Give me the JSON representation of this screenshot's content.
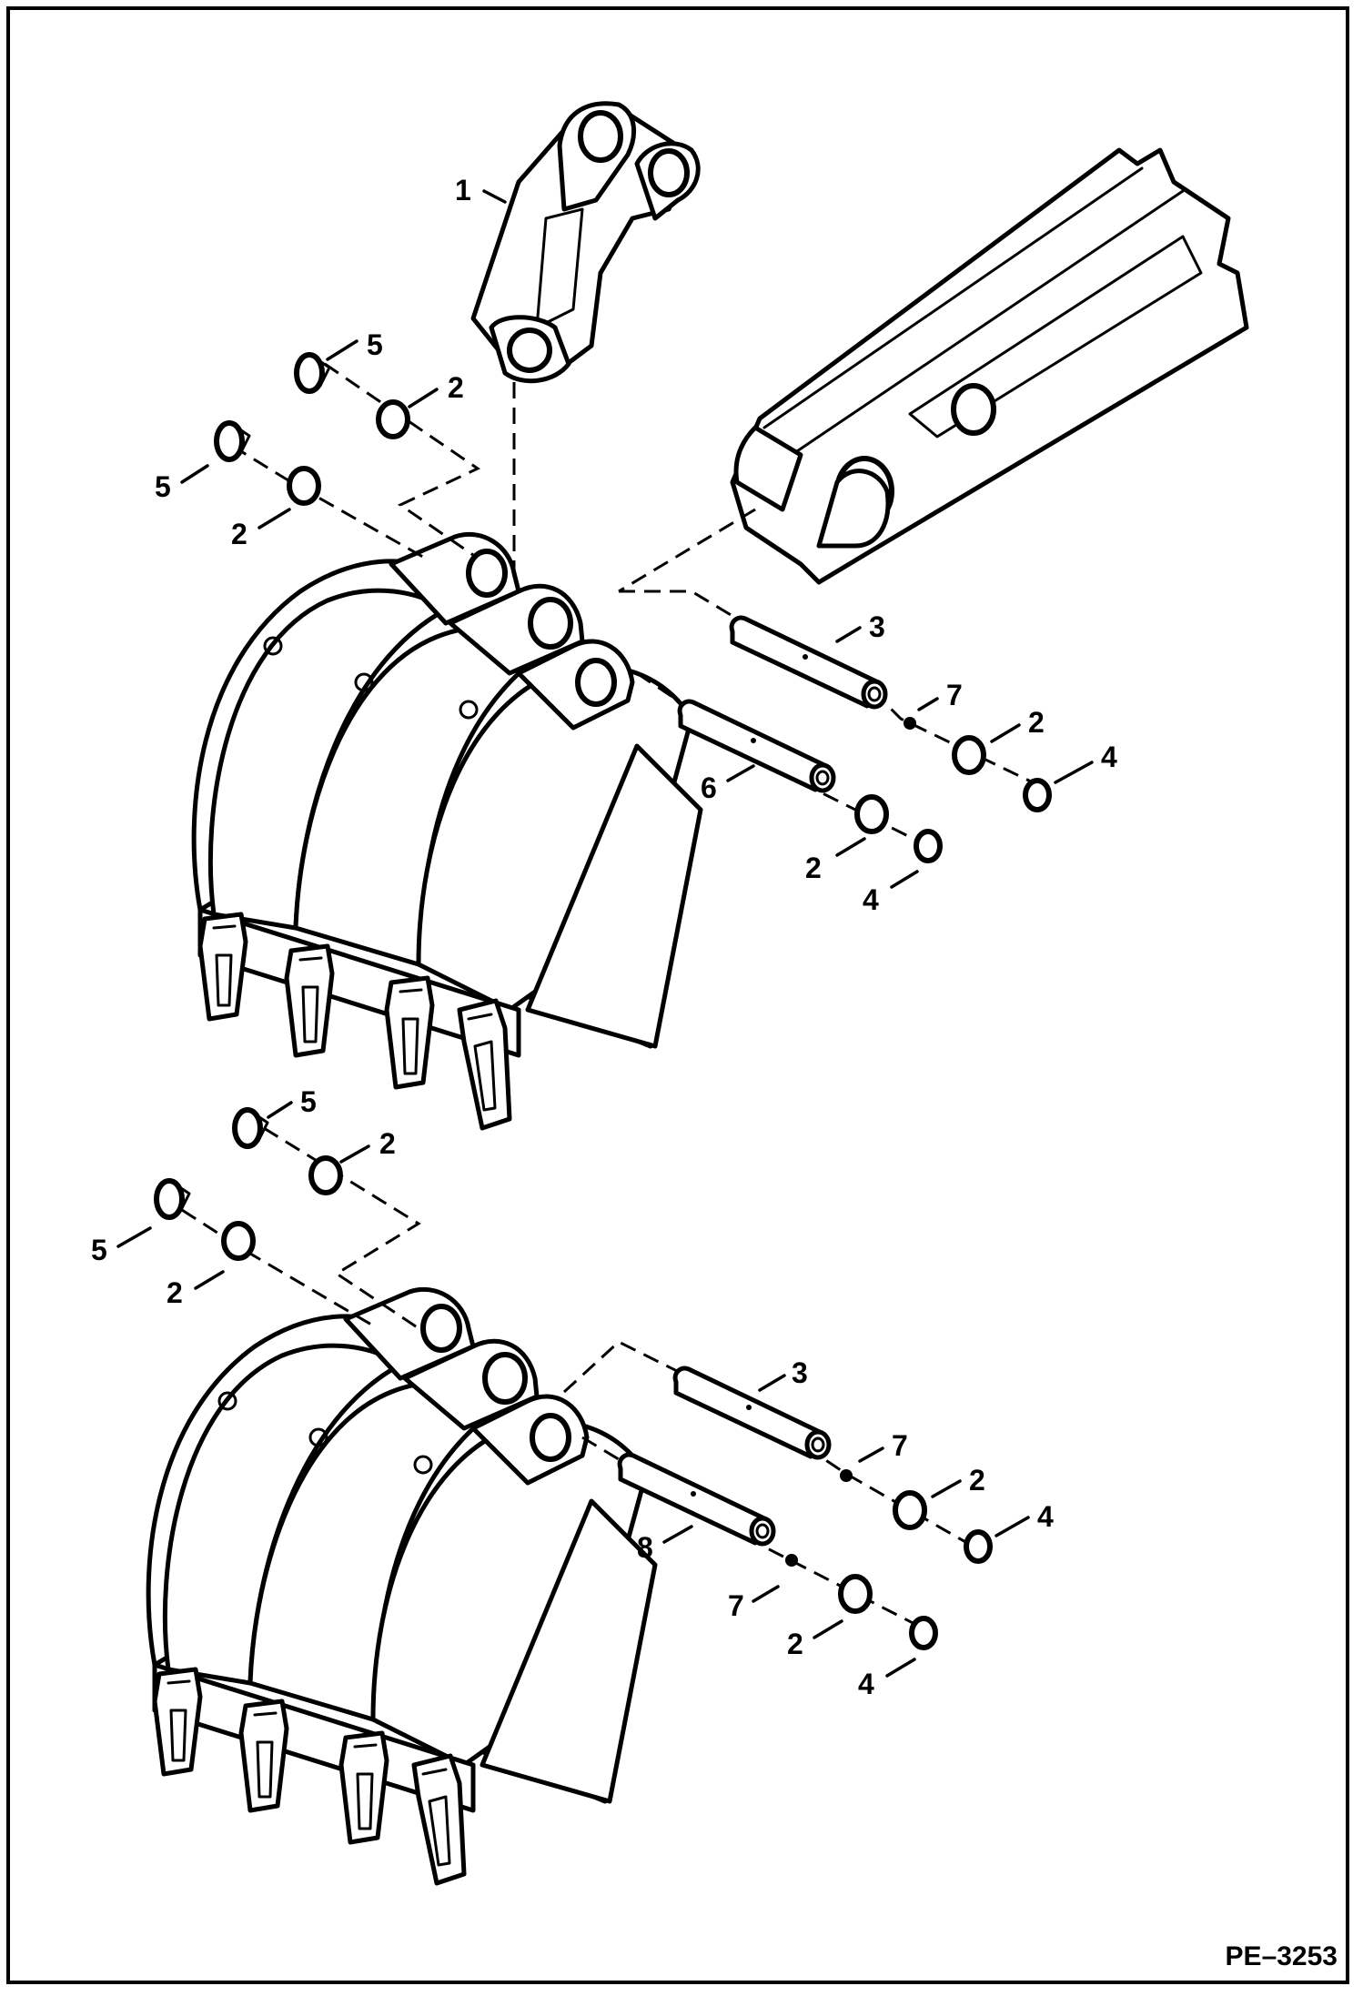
{
  "drawing_code": "PE–3253",
  "callouts": [
    {
      "id": "c1",
      "label": "1"
    },
    {
      "id": "c5a",
      "label": "5"
    },
    {
      "id": "c2a",
      "label": "2"
    },
    {
      "id": "c5b",
      "label": "5"
    },
    {
      "id": "c2b",
      "label": "2"
    },
    {
      "id": "c3a",
      "label": "3"
    },
    {
      "id": "c7a",
      "label": "7"
    },
    {
      "id": "c2c",
      "label": "2"
    },
    {
      "id": "c4a",
      "label": "4"
    },
    {
      "id": "c6",
      "label": "6"
    },
    {
      "id": "c2d",
      "label": "2"
    },
    {
      "id": "c4b",
      "label": "4"
    },
    {
      "id": "c5c",
      "label": "5"
    },
    {
      "id": "c2e",
      "label": "2"
    },
    {
      "id": "c5d",
      "label": "5"
    },
    {
      "id": "c2f",
      "label": "2"
    },
    {
      "id": "c3b",
      "label": "3"
    },
    {
      "id": "c7b",
      "label": "7"
    },
    {
      "id": "c2g",
      "label": "2"
    },
    {
      "id": "c4c",
      "label": "4"
    },
    {
      "id": "c8",
      "label": "8"
    },
    {
      "id": "c7c",
      "label": "7"
    },
    {
      "id": "c2h",
      "label": "2"
    },
    {
      "id": "c4d",
      "label": "4"
    }
  ]
}
